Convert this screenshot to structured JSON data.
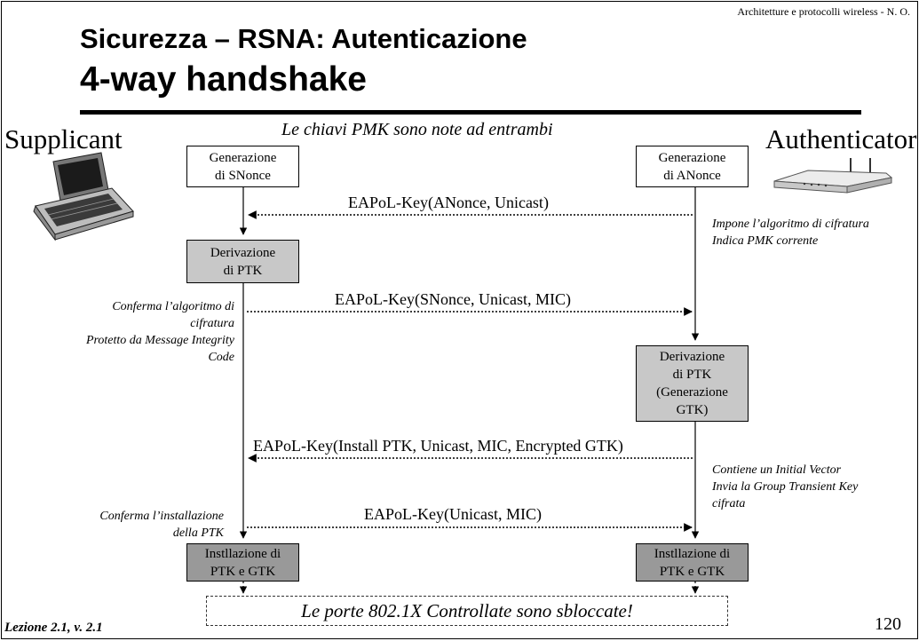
{
  "header": {
    "course": "Architetture e protocolli wireless - N. O."
  },
  "title": {
    "line1": "Sicurezza – RSNA: Autenticazione",
    "line2": "4-way handshake"
  },
  "diagram": {
    "supplicant": "Supplicant",
    "authenticator": "Authenticator",
    "subtitle": "Le chiavi PMK sono note ad entrambi",
    "boxes": {
      "gen_snonce": [
        "Generazione",
        "di SNonce"
      ],
      "gen_anonce": [
        "Generazione",
        "di ANonce"
      ],
      "deriv_ptk_supp": [
        "Derivazione",
        "di PTK"
      ],
      "deriv_ptk_auth": [
        "Derivazione",
        "di PTK",
        "(Generazione",
        "GTK)"
      ],
      "install_supp": [
        "Instllazione di",
        "PTK e GTK"
      ],
      "install_auth": [
        "Instllazione di",
        "PTK e GTK"
      ]
    },
    "messages": {
      "m1": "EAPoL-Key(ANonce, Unicast)",
      "m2": "EAPoL-Key(SNonce, Unicast, MIC)",
      "m3": "EAPoL-Key(Install PTK, Unicast, MIC, Encrypted GTK)",
      "m4": "EAPoL-Key(Unicast, MIC)"
    },
    "notes": {
      "auth1": [
        "Impone l’algoritmo di cifratura",
        "Indica PMK corrente"
      ],
      "supp2": [
        "Conferma l’algoritmo di",
        "cifratura",
        "Protetto da Message Integrity",
        "Code"
      ],
      "auth3": [
        "Contiene un Initial Vector",
        "Invia la Group Transient Key",
        "cifrata"
      ],
      "supp4": [
        "Conferma l’installazione",
        "della PTK"
      ]
    },
    "final": "Le porte 802.1X Controllate sono sbloccate!"
  },
  "footer": {
    "lesson": "Lezione 2.1, v. 2.1",
    "page": "120"
  }
}
